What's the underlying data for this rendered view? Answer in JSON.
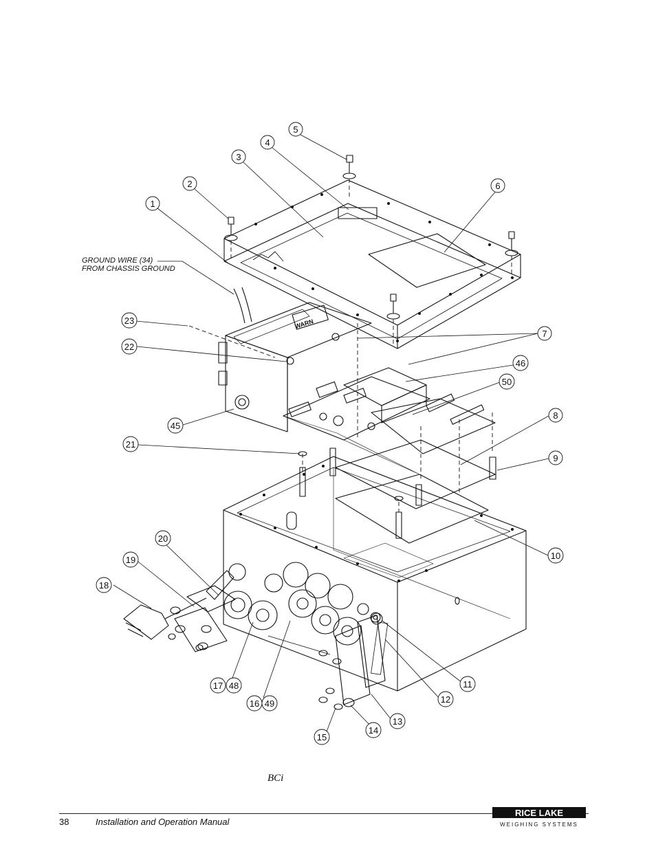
{
  "figure": {
    "callouts": [
      "1",
      "2",
      "3",
      "4",
      "5",
      "6",
      "7",
      "8",
      "9",
      "10",
      "11",
      "12",
      "13",
      "14",
      "15",
      "16",
      "17",
      "18",
      "19",
      "20",
      "21",
      "22",
      "23",
      "45",
      "46",
      "50",
      "48",
      "49"
    ],
    "ground_note": [
      "GROUND WIRE (34)",
      "FROM CHASSIS GROUND"
    ],
    "panel_label": "WARN"
  },
  "caption": "BCi",
  "footer": {
    "page_number": "38",
    "manual_title": "Installation and Operation Manual",
    "logo_name": "RICE LAKE",
    "logo_tagline": "WEIGHING SYSTEMS"
  }
}
